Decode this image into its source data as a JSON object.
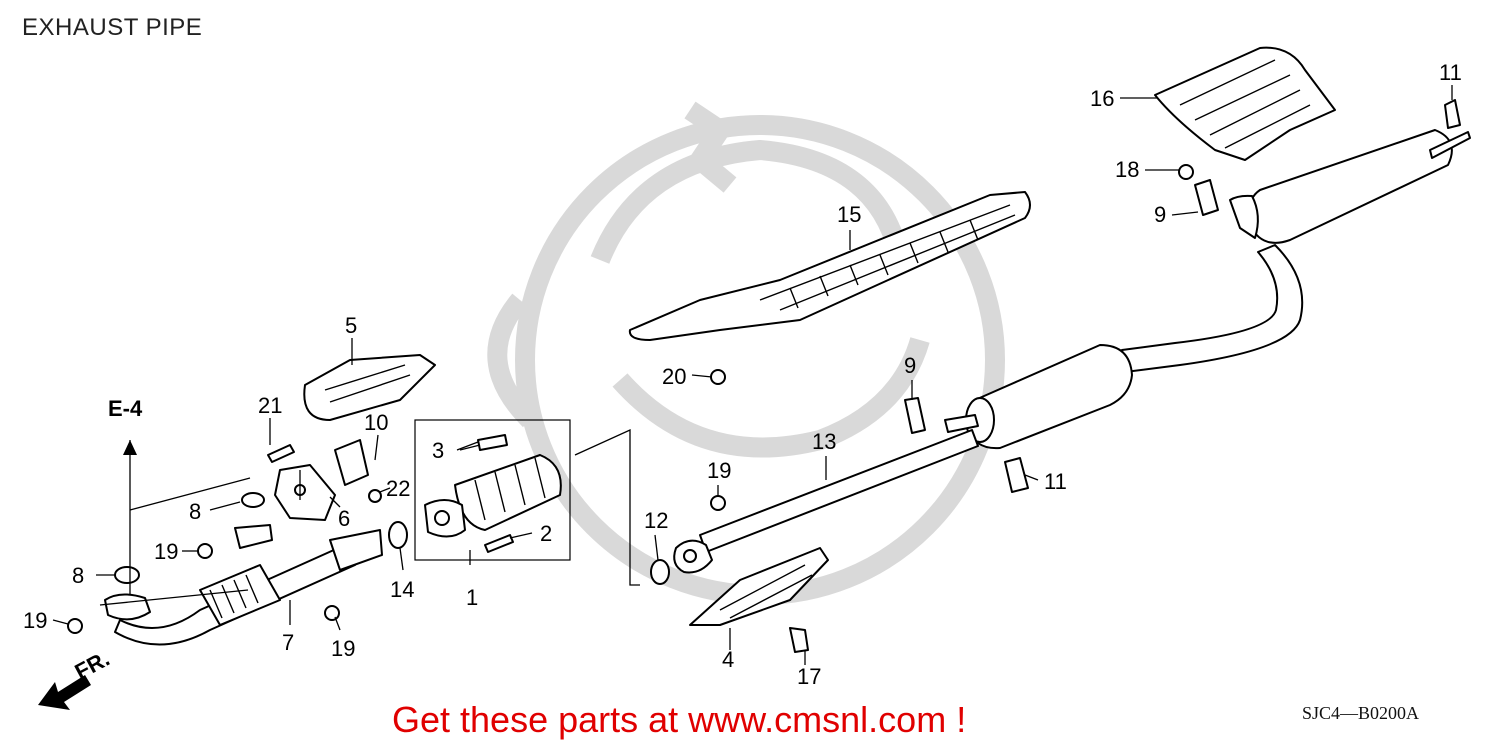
{
  "title": "EXHAUST PIPE",
  "diagram_code": "SJC4—B0200A",
  "promo_text": "Get these parts at www.cmsnl.com !",
  "reference_label": "E-4",
  "direction_label": "FR.",
  "callouts": {
    "c1": "1",
    "c2": "2",
    "c3": "3",
    "c4": "4",
    "c5": "5",
    "c6": "6",
    "c7": "7",
    "c8a": "8",
    "c8b": "8",
    "c9a": "9",
    "c9b": "9",
    "c10": "10",
    "c11a": "11",
    "c11b": "11",
    "c12": "12",
    "c13": "13",
    "c14": "14",
    "c15": "15",
    "c16": "16",
    "c17": "17",
    "c18": "18",
    "c19a": "19",
    "c19b": "19",
    "c19c": "19",
    "c19d": "19",
    "c20": "20",
    "c21": "21",
    "c22": "22"
  },
  "colors": {
    "promo": "#e00000",
    "lines": "#000000",
    "watermark": "#d9d9d9"
  }
}
